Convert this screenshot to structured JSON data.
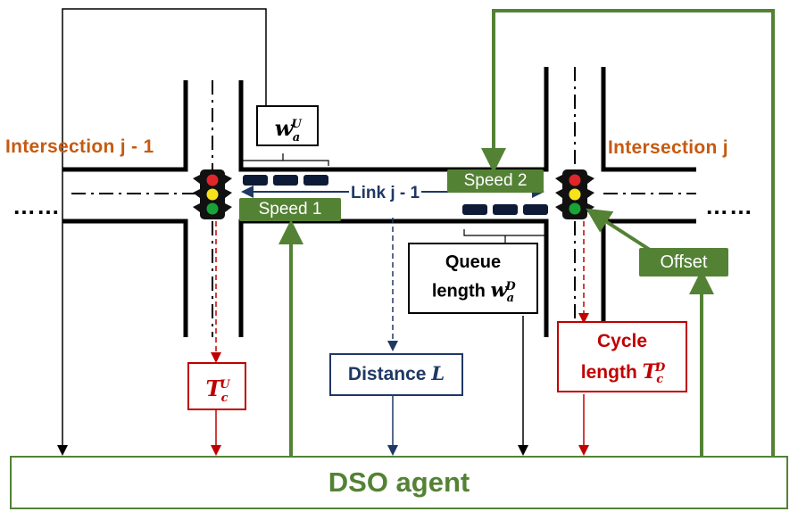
{
  "intersections": {
    "left": "Intersection  j - 1",
    "right": "Intersection  j"
  },
  "ellipsis_left": "……",
  "ellipsis_right": "……",
  "link_label": "Link  j - 1",
  "speed_labels": {
    "speed1": "Speed 1",
    "speed2": "Speed 2"
  },
  "offset_label": "Offset",
  "upstream_queue": {
    "symbol": "w",
    "sub": "a",
    "sup": "U"
  },
  "queue_box": {
    "line1": "Queue",
    "line2": "length",
    "symbol": "w",
    "sub": "a",
    "sup": "D"
  },
  "cycle_up": {
    "symbol": "T",
    "sub": "c",
    "sup": "U"
  },
  "cycle_down": {
    "line1": "Cycle",
    "line2": "length",
    "symbol": "T",
    "sub": "c",
    "sup": "D"
  },
  "distance": {
    "text": "Distance",
    "symbol": "L"
  },
  "agent_label": "DSO agent",
  "colors": {
    "green": "#548235",
    "red": "#c00000",
    "navy": "#1f3864",
    "orange": "#c55a11"
  }
}
